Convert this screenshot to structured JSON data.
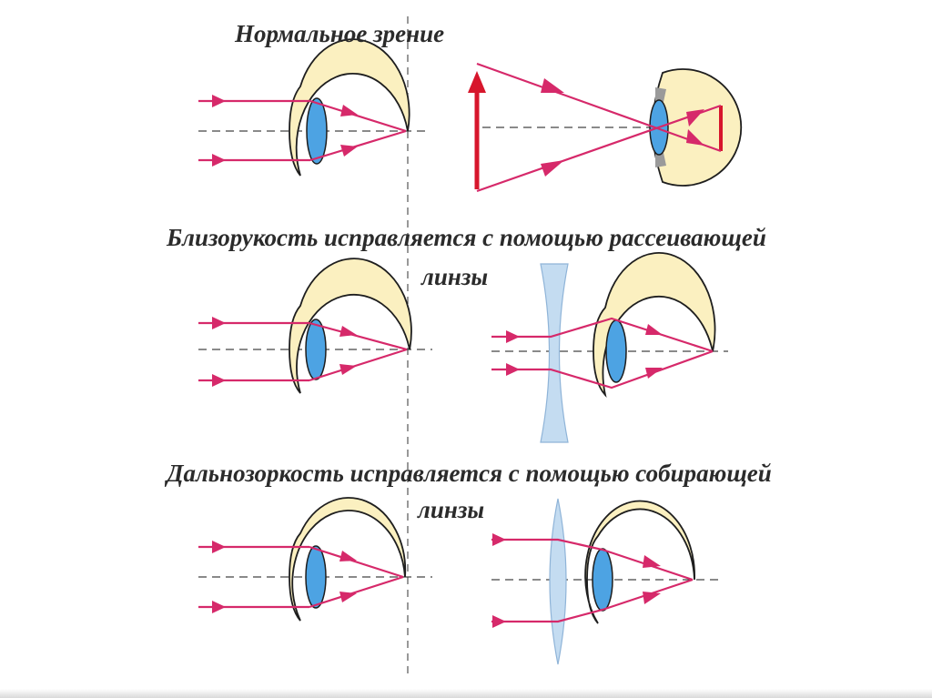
{
  "captions": {
    "normal": "Нормальное зрение",
    "myopia_line1": "Близорукость исправляется с помощью рассеивающей",
    "myopia_line2": "линзы",
    "hyperopia_line1": "Дальнозоркость исправляется с помощью собирающей",
    "hyperopia_line2": "линзы"
  },
  "colors": {
    "ray": "#d6296a",
    "object_arrow": "#d7162c",
    "eyeball": "#fbf0c0",
    "eye_lens": "#4da3e3",
    "corrective_lens": "#c4dcf1",
    "outline": "#1e1e1e",
    "axis": "#444444"
  }
}
